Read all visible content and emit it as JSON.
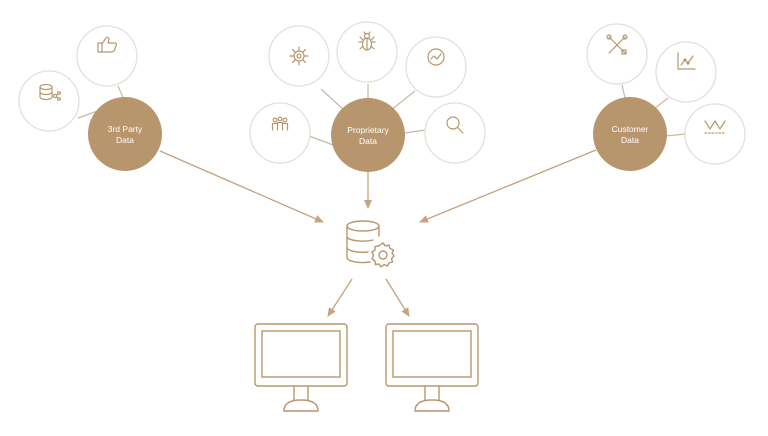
{
  "colors": {
    "hub_fill": "#b8966d",
    "line": "#c4a37e",
    "satellite_stroke": "#e7e2dc",
    "icon_stroke": "#b8966d",
    "background": "#ffffff"
  },
  "hubs": [
    {
      "id": "third-party",
      "label_line1": "3rd Party",
      "label_line2": "Data"
    },
    {
      "id": "proprietary",
      "label_line1": "Proprietary",
      "label_line2": "Data"
    },
    {
      "id": "customer",
      "label_line1": "Customer",
      "label_line2": "Data"
    }
  ],
  "satellites": {
    "third_party": [
      "database-share-icon",
      "thumbs-up-icon"
    ],
    "proprietary": [
      "people-group-icon",
      "gear-icon",
      "bug-icon",
      "trend-chart-icon",
      "search-icon"
    ],
    "customer": [
      "tools-icon",
      "line-chart-icon",
      "wave-chart-icon"
    ]
  },
  "center": {
    "icon": "database-gear-icon"
  },
  "outputs": [
    "monitor-icon",
    "monitor-icon"
  ]
}
